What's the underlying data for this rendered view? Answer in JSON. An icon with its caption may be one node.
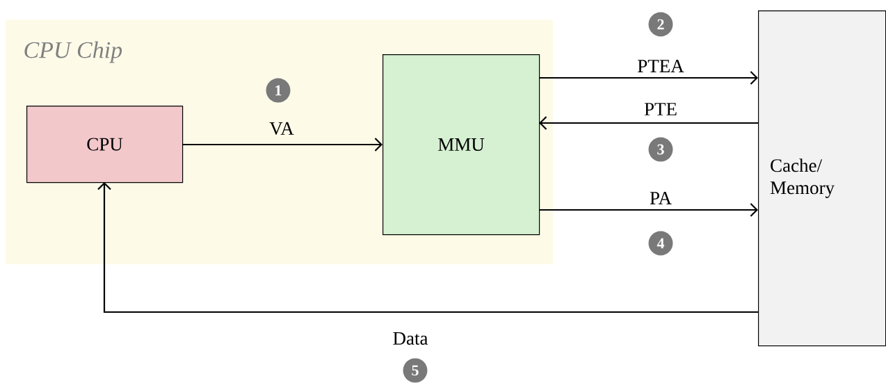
{
  "diagram": {
    "nodes": [
      {
        "text": [
          "CPU Chip"
        ]
      },
      {
        "text": [
          "CPU"
        ],
        "in": 0
      },
      {
        "text": [
          "MMU"
        ],
        "in": 0
      },
      {
        "text": [
          "Cache/ Memory"
        ]
      }
    ],
    "edges": [
      {
        "from": 1,
        "to": 2,
        "arrow": "to",
        "label": "VA"
      },
      {
        "from": 2,
        "to": 3,
        "arrow": "to",
        "label": "PTEA"
      },
      {
        "from": 3,
        "to": 2,
        "arrow": "to",
        "label": "PTE"
      },
      {
        "from": 2,
        "to": 3,
        "arrow": "to",
        "label": "PA"
      },
      {
        "from": 3,
        "to": 1,
        "arrow": "to",
        "label": "Data"
      }
    ],
    "labels": [
      "2",
      "1",
      "3",
      "4",
      "5"
    ]
  }
}
